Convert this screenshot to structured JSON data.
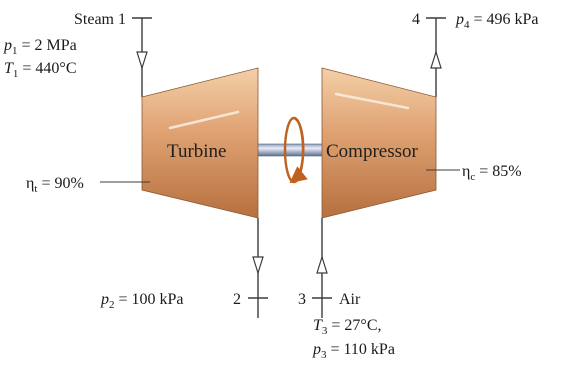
{
  "colors": {
    "line": "#3c3c3c",
    "machine_light": "#efc39a",
    "machine_mid": "#d99664",
    "machine_dark": "#b86e3e",
    "shaft_light": "#dfe6f3",
    "shaft_dark": "#6f7fa3",
    "rotation_arrow": "#c0621f"
  },
  "states": {
    "s1": {
      "number": "1",
      "label": "Steam",
      "p_sym": "p",
      "p_sub": "1",
      "p_val": " = 2 MPa",
      "T_sym": "T",
      "T_sub": "1",
      "T_val": " = 440°C"
    },
    "s2": {
      "number": "2",
      "p_sym": "p",
      "p_sub": "2",
      "p_val": " = 100 kPa"
    },
    "s3": {
      "number": "3",
      "label": "Air",
      "T_sym": "T",
      "T_sub": "3",
      "T_val": " = 27°C,",
      "p_sym": "p",
      "p_sub": "3",
      "p_val": " = 110 kPa"
    },
    "s4": {
      "number": "4",
      "p_sym": "p",
      "p_sub": "4",
      "p_val": " = 496 kPa"
    }
  },
  "turbine": {
    "name": "Turbine",
    "eff_sym": "η",
    "eff_sub": "t",
    "eff_val": " = 90%"
  },
  "compressor": {
    "name": "Compressor",
    "eff_sym": "η",
    "eff_sub": "c",
    "eff_val": " = 85%"
  }
}
